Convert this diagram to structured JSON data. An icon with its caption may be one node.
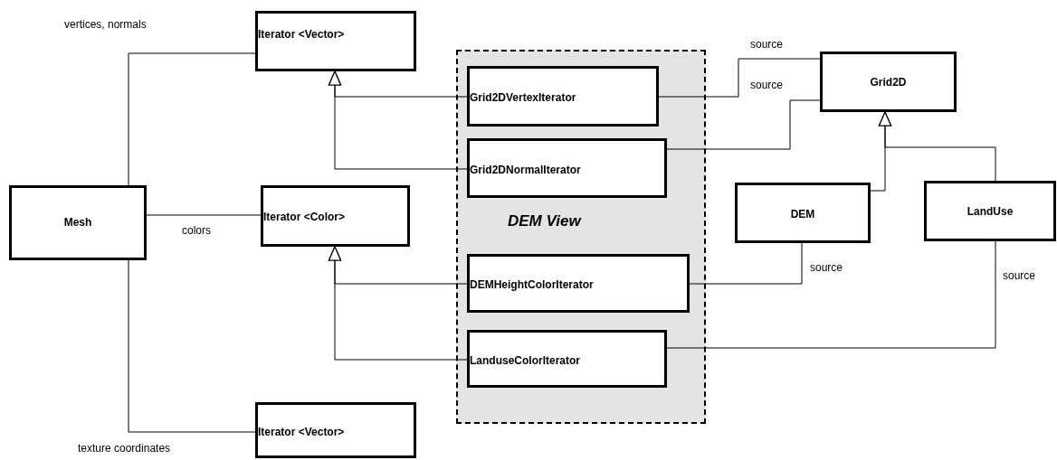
{
  "diagram": {
    "nodes": [
      {
        "text": [
          "Iterator <Vector>"
        ]
      },
      {
        "text": [
          "Mesh"
        ]
      },
      {
        "text": [
          "Iterator <Color>"
        ]
      },
      {
        "text": [
          "Iterator <Vector>"
        ]
      },
      {
        "text": [
          "DEM View"
        ]
      },
      {
        "text": [
          "Grid2DVertexIterator"
        ],
        "in": 4
      },
      {
        "text": [
          "Grid2DNormalIterator"
        ],
        "in": 4
      },
      {
        "text": [
          "DEMHeightColorIterator"
        ],
        "in": 4
      },
      {
        "text": [
          "LanduseColorIterator"
        ],
        "in": 4
      },
      {
        "text": [
          "Grid2D"
        ]
      },
      {
        "text": [
          "DEM"
        ]
      },
      {
        "text": [
          "LandUse"
        ]
      }
    ],
    "edges": [
      {
        "from": 1,
        "to": 0,
        "arrow": "none",
        "label": "vertices, normals"
      },
      {
        "from": 1,
        "to": 2,
        "arrow": "none",
        "label": "colors"
      },
      {
        "from": 1,
        "to": 3,
        "arrow": "none",
        "label": "texture coordinates"
      },
      {
        "from": 5,
        "to": 0,
        "arrow": "to"
      },
      {
        "from": 6,
        "to": 0,
        "arrow": "to"
      },
      {
        "from": 7,
        "to": 2,
        "arrow": "to"
      },
      {
        "from": 8,
        "to": 2,
        "arrow": "to"
      },
      {
        "from": 5,
        "to": 9,
        "arrow": "none",
        "label": "source"
      },
      {
        "from": 6,
        "to": 9,
        "arrow": "none",
        "label": "source"
      },
      {
        "from": 7,
        "to": 10,
        "arrow": "none",
        "label": "source"
      },
      {
        "from": 8,
        "to": 11,
        "arrow": "none",
        "label": "source"
      },
      {
        "from": 10,
        "to": 9,
        "arrow": "to"
      },
      {
        "from": 11,
        "to": 9,
        "arrow": "to"
      }
    ]
  }
}
